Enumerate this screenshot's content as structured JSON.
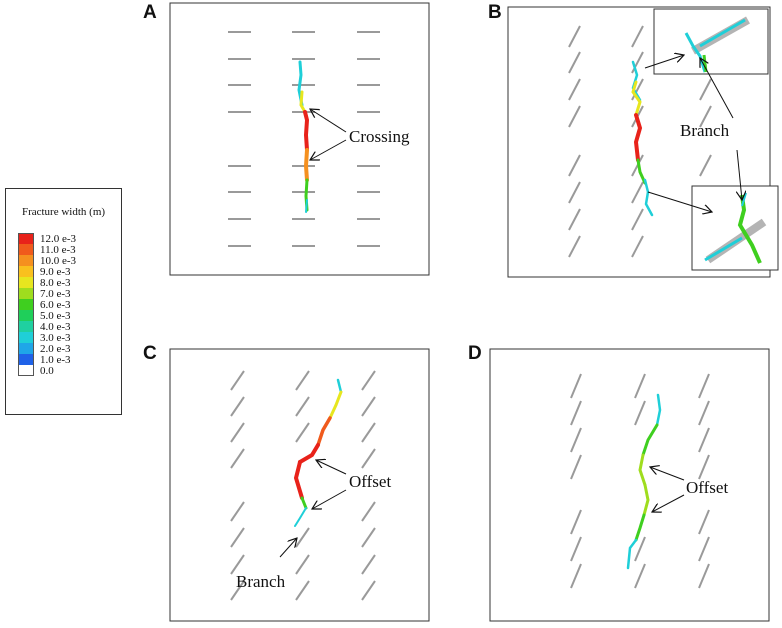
{
  "panels": [
    {
      "letter": "A",
      "annotations": [
        "Crossing"
      ]
    },
    {
      "letter": "B",
      "annotations": [
        "Branch"
      ]
    },
    {
      "letter": "C",
      "annotations": [
        "Offset",
        "Branch"
      ]
    },
    {
      "letter": "D",
      "annotations": [
        "Offset"
      ]
    }
  ],
  "legend": {
    "title": "Fracture width (m)",
    "entries": [
      {
        "label": "12.0 e-3",
        "color": "#e8221a"
      },
      {
        "label": "11.0 e-3",
        "color": "#f05a1c"
      },
      {
        "label": "10.0 e-3",
        "color": "#f5901f"
      },
      {
        "label": "9.0 e-3",
        "color": "#f9c01e"
      },
      {
        "label": "8.0 e-3",
        "color": "#e7e61f"
      },
      {
        "label": "7.0 e-3",
        "color": "#9fdd1e"
      },
      {
        "label": "6.0 e-3",
        "color": "#3fcf1f"
      },
      {
        "label": "5.0 e-3",
        "color": "#1fcf5a"
      },
      {
        "label": "4.0 e-3",
        "color": "#1fd0a0"
      },
      {
        "label": "3.0 e-3",
        "color": "#1fcfd8"
      },
      {
        "label": "2.0 e-3",
        "color": "#1fa6e8"
      },
      {
        "label": "1.0 e-3",
        "color": "#1f62e8"
      },
      {
        "label": "0.0",
        "color": "#ffffff"
      }
    ]
  },
  "colors": {
    "natural_fracture": "#9a9a9a",
    "frame": "#333333",
    "high_width": "#e8221a",
    "mid_width": "#f5901f",
    "low_width": "#1fcfd8",
    "green_width": "#3fcf1f"
  }
}
